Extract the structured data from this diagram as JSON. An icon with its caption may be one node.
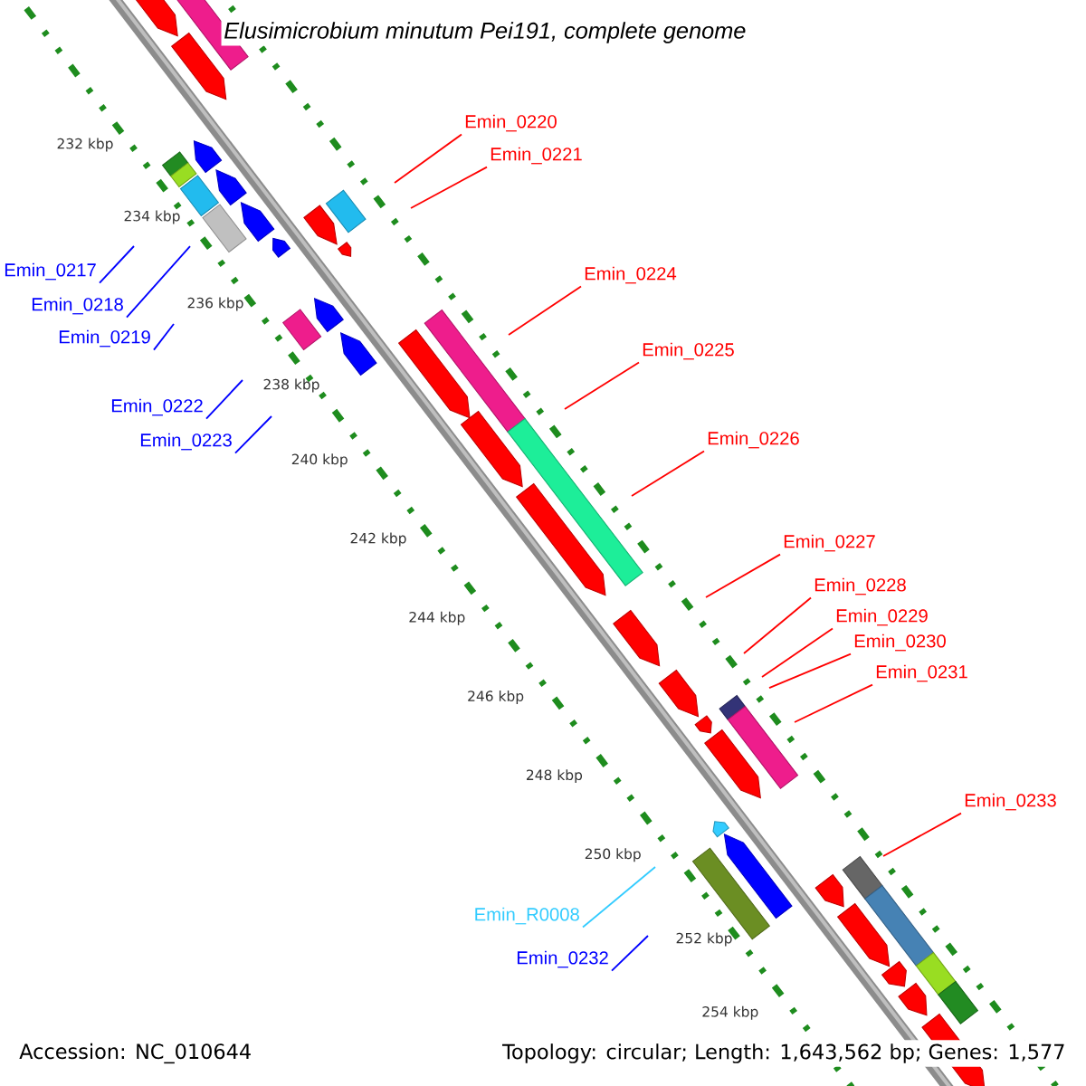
{
  "diagram": {
    "title": "Elusimicrobium minutum Pei191, complete genome",
    "nodes": [
      {
        "text": [
          "Emin_0220"
        ]
      },
      {
        "text": [
          "Emin_0221"
        ]
      },
      {
        "text": [
          "Emin_0224"
        ]
      },
      {
        "text": [
          "Emin_0225"
        ]
      },
      {
        "text": [
          "Emin_0226"
        ]
      },
      {
        "text": [
          "Emin_0217"
        ]
      },
      {
        "text": [
          "Emin_0218"
        ]
      },
      {
        "text": [
          "Emin_0219"
        ]
      },
      {
        "text": [
          "Emin_0222"
        ]
      },
      {
        "text": [
          "Emin_0223"
        ]
      },
      {
        "text": [
          "Emin_0227"
        ]
      },
      {
        "text": [
          "Emin_0228"
        ]
      },
      {
        "text": [
          "Emin_0229"
        ]
      },
      {
        "text": [
          "Emin_0230"
        ]
      },
      {
        "text": [
          "Emin_0231"
        ]
      },
      {
        "text": [
          "Emin_0233"
        ]
      },
      {
        "text": [
          "Emin_R0008"
        ]
      },
      {
        "text": [
          "Emin_0232"
        ]
      }
    ],
    "edges": [
      {
        "from": 0,
        "to": null,
        "arrow": "none"
      },
      {
        "from": 1,
        "to": null,
        "arrow": "none"
      },
      {
        "from": 2,
        "to": null,
        "arrow": "none"
      },
      {
        "from": 3,
        "to": null,
        "arrow": "none"
      },
      {
        "from": 4,
        "to": null,
        "arrow": "none"
      },
      {
        "from": 5,
        "to": null,
        "arrow": "none",
        "color": "#0000ff"
      },
      {
        "from": 6,
        "to": null,
        "arrow": "none",
        "color": "#0000ff"
      },
      {
        "from": 7,
        "to": null,
        "arrow": "none",
        "color": "#0000ff"
      },
      {
        "from": 8,
        "to": null,
        "arrow": "none",
        "color": "#0000ff"
      },
      {
        "from": 9,
        "to": null,
        "arrow": "none",
        "color": "#0000ff"
      },
      {
        "from": 10,
        "to": null,
        "arrow": "none"
      },
      {
        "from": 11,
        "to": null,
        "arrow": "none"
      },
      {
        "from": 12,
        "to": null,
        "arrow": "none"
      },
      {
        "from": 13,
        "to": null,
        "arrow": "none"
      },
      {
        "from": 14,
        "to": null,
        "arrow": "none"
      },
      {
        "from": 15,
        "to": null,
        "arrow": "none"
      },
      {
        "from": 16,
        "to": null,
        "arrow": "none",
        "color": "#33ccff"
      },
      {
        "from": 17,
        "to": null,
        "arrow": "none",
        "color": "#0000ff"
      }
    ],
    "labels": [
      "232 kbp",
      "234 kbp",
      "236 kbp",
      "238 kbp",
      "240 kbp",
      "242 kbp",
      "244 kbp",
      "246 kbp",
      "248 kbp",
      "250 kbp",
      "252 kbp",
      "254 kbp",
      "Accession: NC_010644",
      "Topology: circular; Length: 1,643,562 bp; Genes: 1,577"
    ]
  }
}
